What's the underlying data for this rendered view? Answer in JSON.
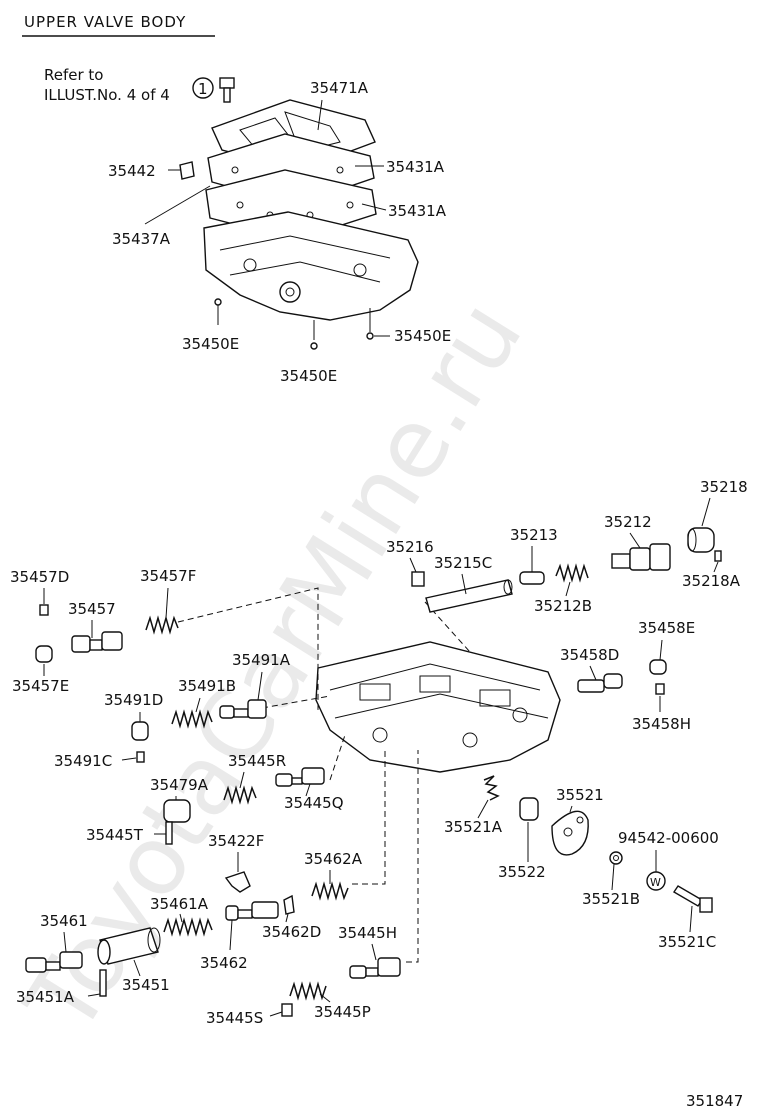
{
  "title": "UPPER VALVE BODY",
  "refer_note": {
    "line1": "Refer to",
    "line2": "ILLUST.No. 4 of 4",
    "circled_number": "1"
  },
  "watermark": "ToyotaCarMine.ru",
  "diagram_id": "351847",
  "parts": {
    "p35471A": "35471A",
    "p35442": "35442",
    "p35431A_1": "35431A",
    "p35431A_2": "35431A",
    "p35437A": "35437A",
    "p35450E_1": "35450E",
    "p35450E_2": "35450E",
    "p35450E_3": "35450E",
    "p35218": "35218",
    "p35212": "35212",
    "p35213": "35213",
    "p35216": "35216",
    "p35215C": "35215C",
    "p35212B": "35212B",
    "p35218A": "35218A",
    "p35457D": "35457D",
    "p35457F": "35457F",
    "p35457": "35457",
    "p35457E": "35457E",
    "p35491A": "35491A",
    "p35491B": "35491B",
    "p35491D": "35491D",
    "p35491C": "35491C",
    "p35458E": "35458E",
    "p35458D": "35458D",
    "p35458H": "35458H",
    "p35445R": "35445R",
    "p35479A": "35479A",
    "p35445Q": "35445Q",
    "p35445T": "35445T",
    "p35422F": "35422F",
    "p35521": "35521",
    "p35521A": "35521A",
    "p35522": "35522",
    "p94542": "94542-00600",
    "p35462A": "35462A",
    "p35461": "35461",
    "p35461A": "35461A",
    "p35462D": "35462D",
    "p35445H": "35445H",
    "p35521B": "35521B",
    "p35462": "35462",
    "p35451": "35451",
    "p35451A": "35451A",
    "p35521C": "35521C",
    "p35445S": "35445S",
    "p35445P": "35445P"
  }
}
